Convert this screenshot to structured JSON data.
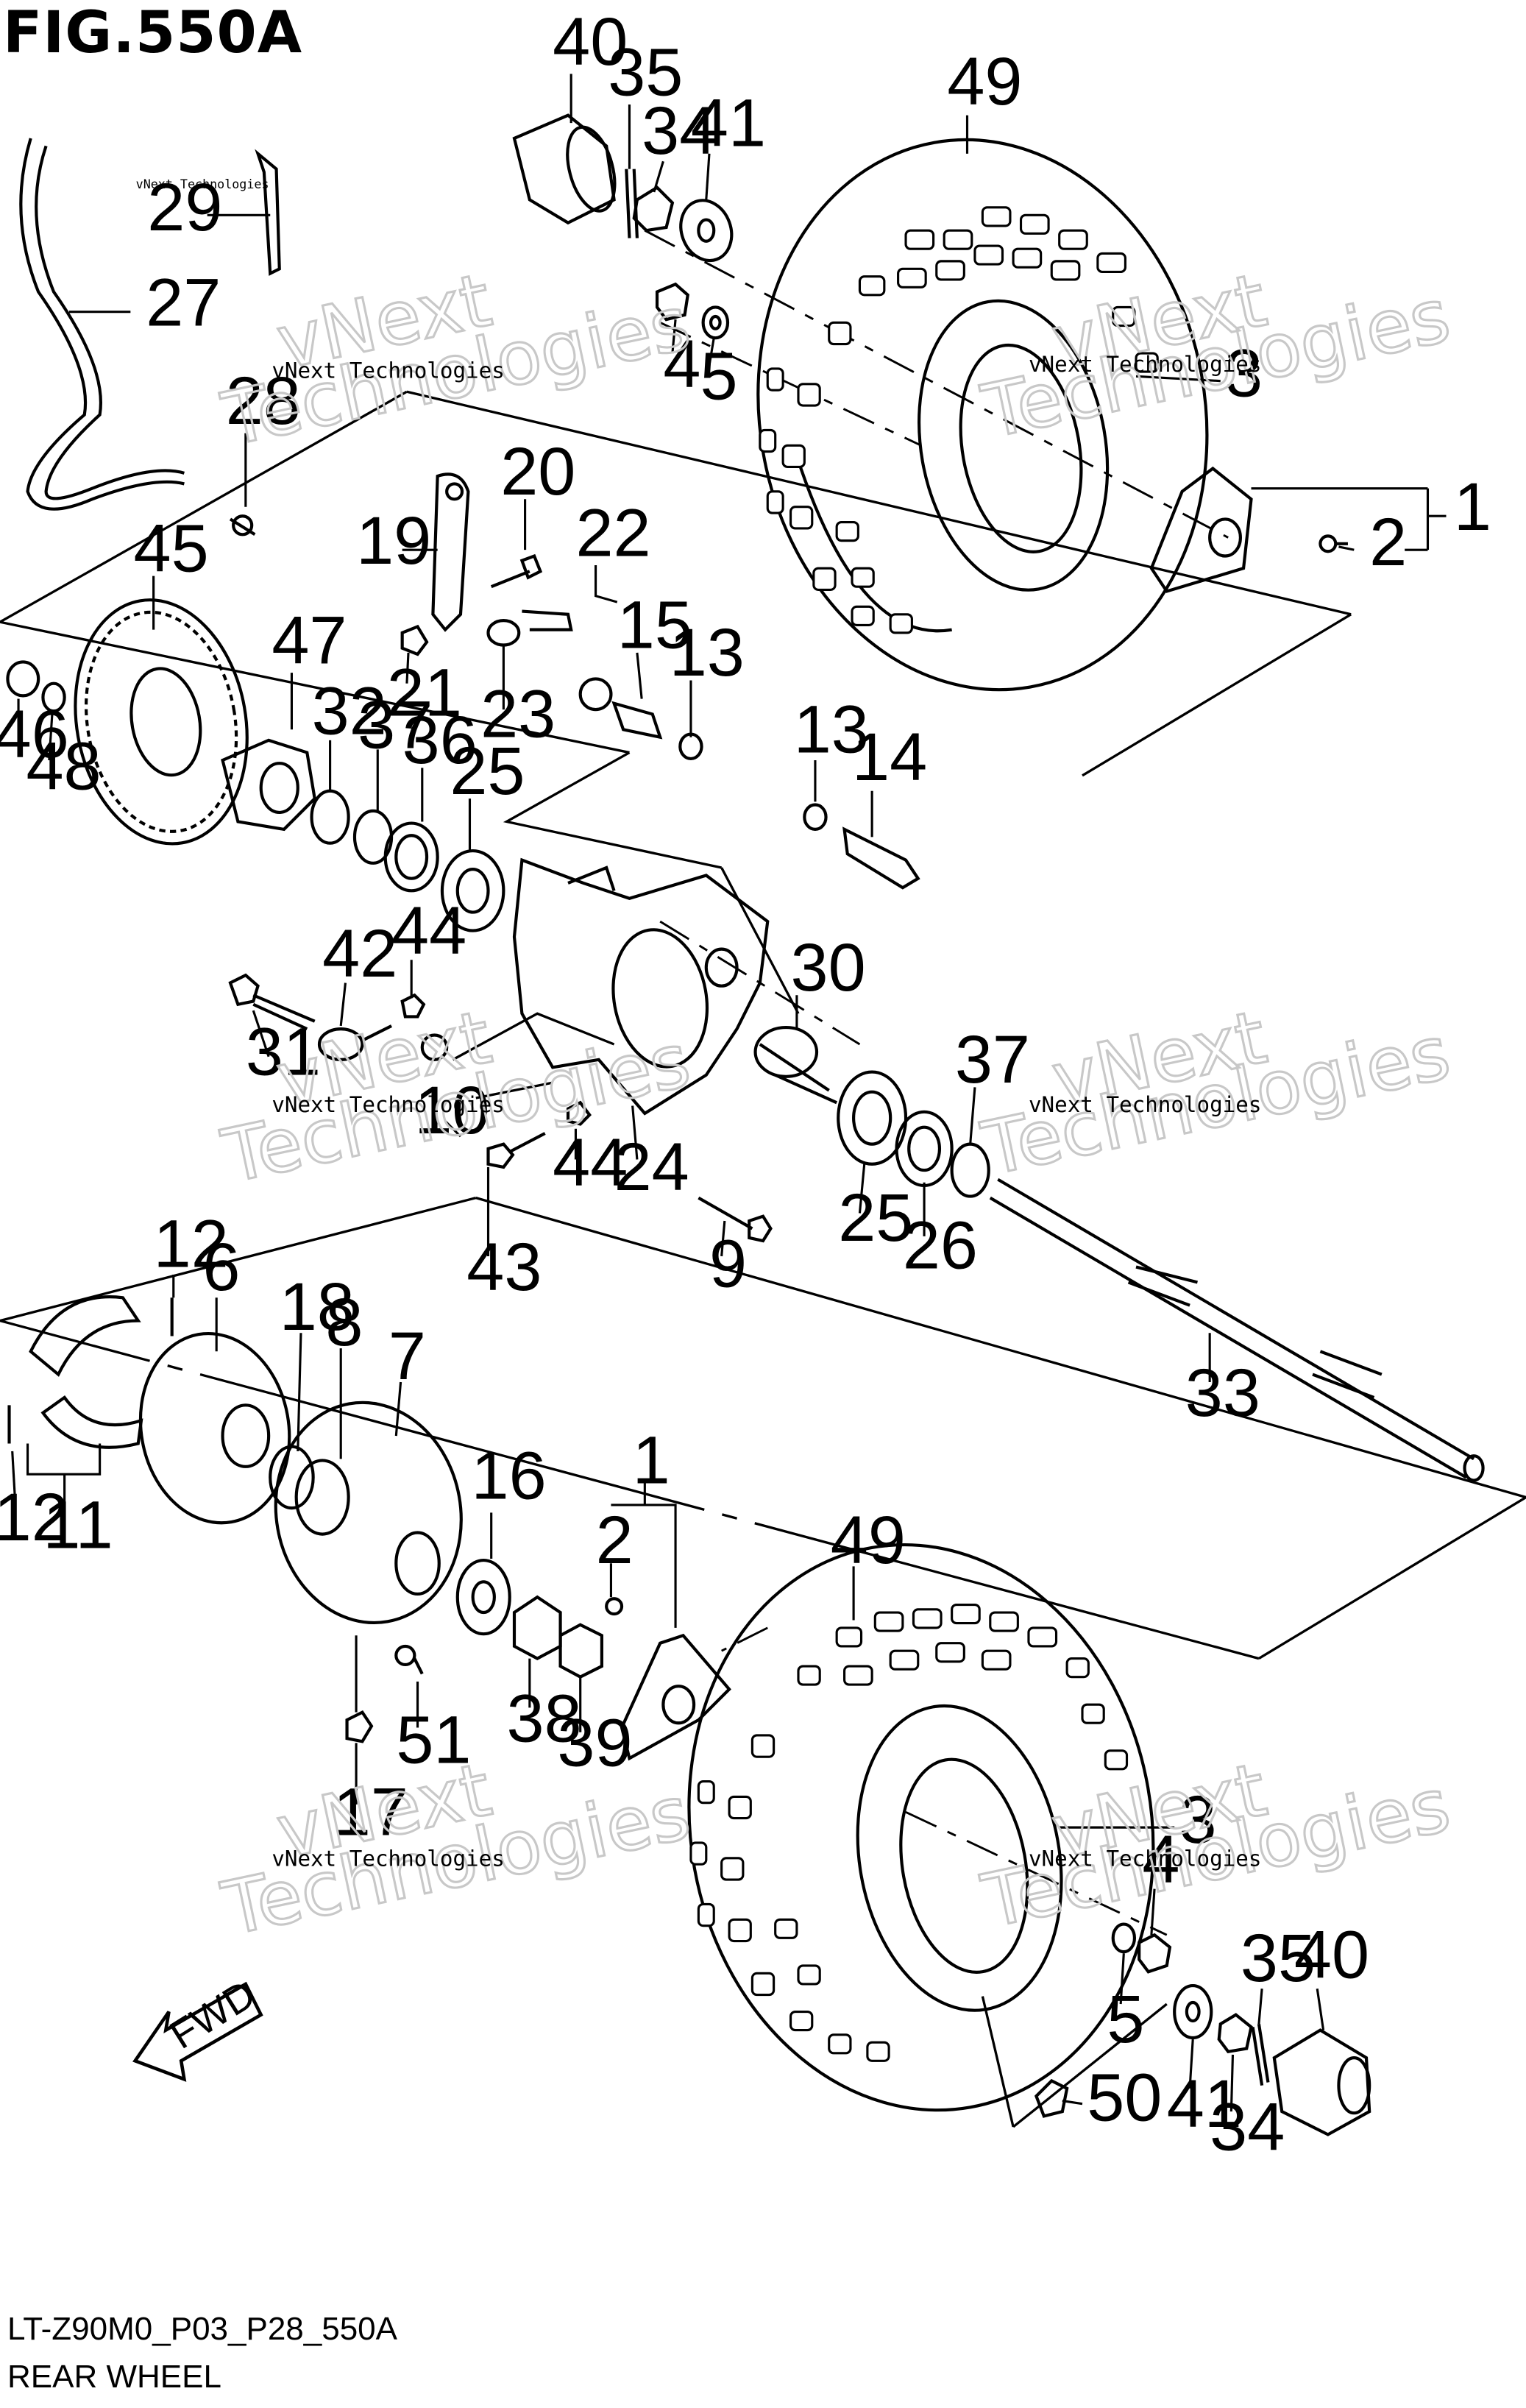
{
  "figure": {
    "title": "FIG.550A",
    "code": "LT-Z90M0_P03_P28_550A",
    "subtitle": "REAR WHEEL",
    "fwd_label": "FWD"
  },
  "watermark": {
    "small": "vNext Technologies",
    "big_top": "vNext",
    "big_bottom": "Technologies"
  },
  "callouts": [
    {
      "id": "c40a",
      "text": "40"
    },
    {
      "id": "c35a",
      "text": "35"
    },
    {
      "id": "c34a",
      "text": "34"
    },
    {
      "id": "c41a",
      "text": "41"
    },
    {
      "id": "c49a",
      "text": "49"
    },
    {
      "id": "c29",
      "text": "29"
    },
    {
      "id": "c27",
      "text": "27"
    },
    {
      "id": "c4a",
      "text": "4"
    },
    {
      "id": "c5a",
      "text": "5"
    },
    {
      "id": "c3a",
      "text": "3"
    },
    {
      "id": "c1a",
      "text": "1"
    },
    {
      "id": "c2a",
      "text": "2"
    },
    {
      "id": "c28",
      "text": "28"
    },
    {
      "id": "c20",
      "text": "20"
    },
    {
      "id": "c19",
      "text": "19"
    },
    {
      "id": "c22",
      "text": "22"
    },
    {
      "id": "c45",
      "text": "45"
    },
    {
      "id": "c15",
      "text": "15"
    },
    {
      "id": "c13a",
      "text": "13"
    },
    {
      "id": "c21",
      "text": "21"
    },
    {
      "id": "c23",
      "text": "23"
    },
    {
      "id": "c47",
      "text": "47"
    },
    {
      "id": "c32",
      "text": "32"
    },
    {
      "id": "c37a",
      "text": "37"
    },
    {
      "id": "c36",
      "text": "36"
    },
    {
      "id": "c25a",
      "text": "25"
    },
    {
      "id": "c46",
      "text": "46"
    },
    {
      "id": "c48",
      "text": "48"
    },
    {
      "id": "c13b",
      "text": "13"
    },
    {
      "id": "c14",
      "text": "14"
    },
    {
      "id": "c44a",
      "text": "44"
    },
    {
      "id": "c42",
      "text": "42"
    },
    {
      "id": "c30",
      "text": "30"
    },
    {
      "id": "c31",
      "text": "31"
    },
    {
      "id": "c37b",
      "text": "37"
    },
    {
      "id": "c10",
      "text": "10"
    },
    {
      "id": "c44b",
      "text": "44"
    },
    {
      "id": "c24",
      "text": "24"
    },
    {
      "id": "c25b",
      "text": "25"
    },
    {
      "id": "c26",
      "text": "26"
    },
    {
      "id": "c9",
      "text": "9"
    },
    {
      "id": "c43",
      "text": "43"
    },
    {
      "id": "c12a",
      "text": "12"
    },
    {
      "id": "c6",
      "text": "6"
    },
    {
      "id": "c18",
      "text": "18"
    },
    {
      "id": "c8",
      "text": "8"
    },
    {
      "id": "c7",
      "text": "7"
    },
    {
      "id": "c33",
      "text": "33"
    },
    {
      "id": "c12b",
      "text": "12"
    },
    {
      "id": "c11",
      "text": "11"
    },
    {
      "id": "c1b",
      "text": "1"
    },
    {
      "id": "c16",
      "text": "16"
    },
    {
      "id": "c2b",
      "text": "2"
    },
    {
      "id": "c49b",
      "text": "49"
    },
    {
      "id": "c38",
      "text": "38"
    },
    {
      "id": "c39",
      "text": "39"
    },
    {
      "id": "c51",
      "text": "51"
    },
    {
      "id": "c17",
      "text": "17"
    },
    {
      "id": "c3b",
      "text": "3"
    },
    {
      "id": "c4b",
      "text": "4"
    },
    {
      "id": "c5b",
      "text": "5"
    },
    {
      "id": "c35b",
      "text": "35"
    },
    {
      "id": "c40b",
      "text": "40"
    },
    {
      "id": "c41b",
      "text": "41"
    },
    {
      "id": "c34b",
      "text": "34"
    },
    {
      "id": "c50",
      "text": "50"
    }
  ]
}
